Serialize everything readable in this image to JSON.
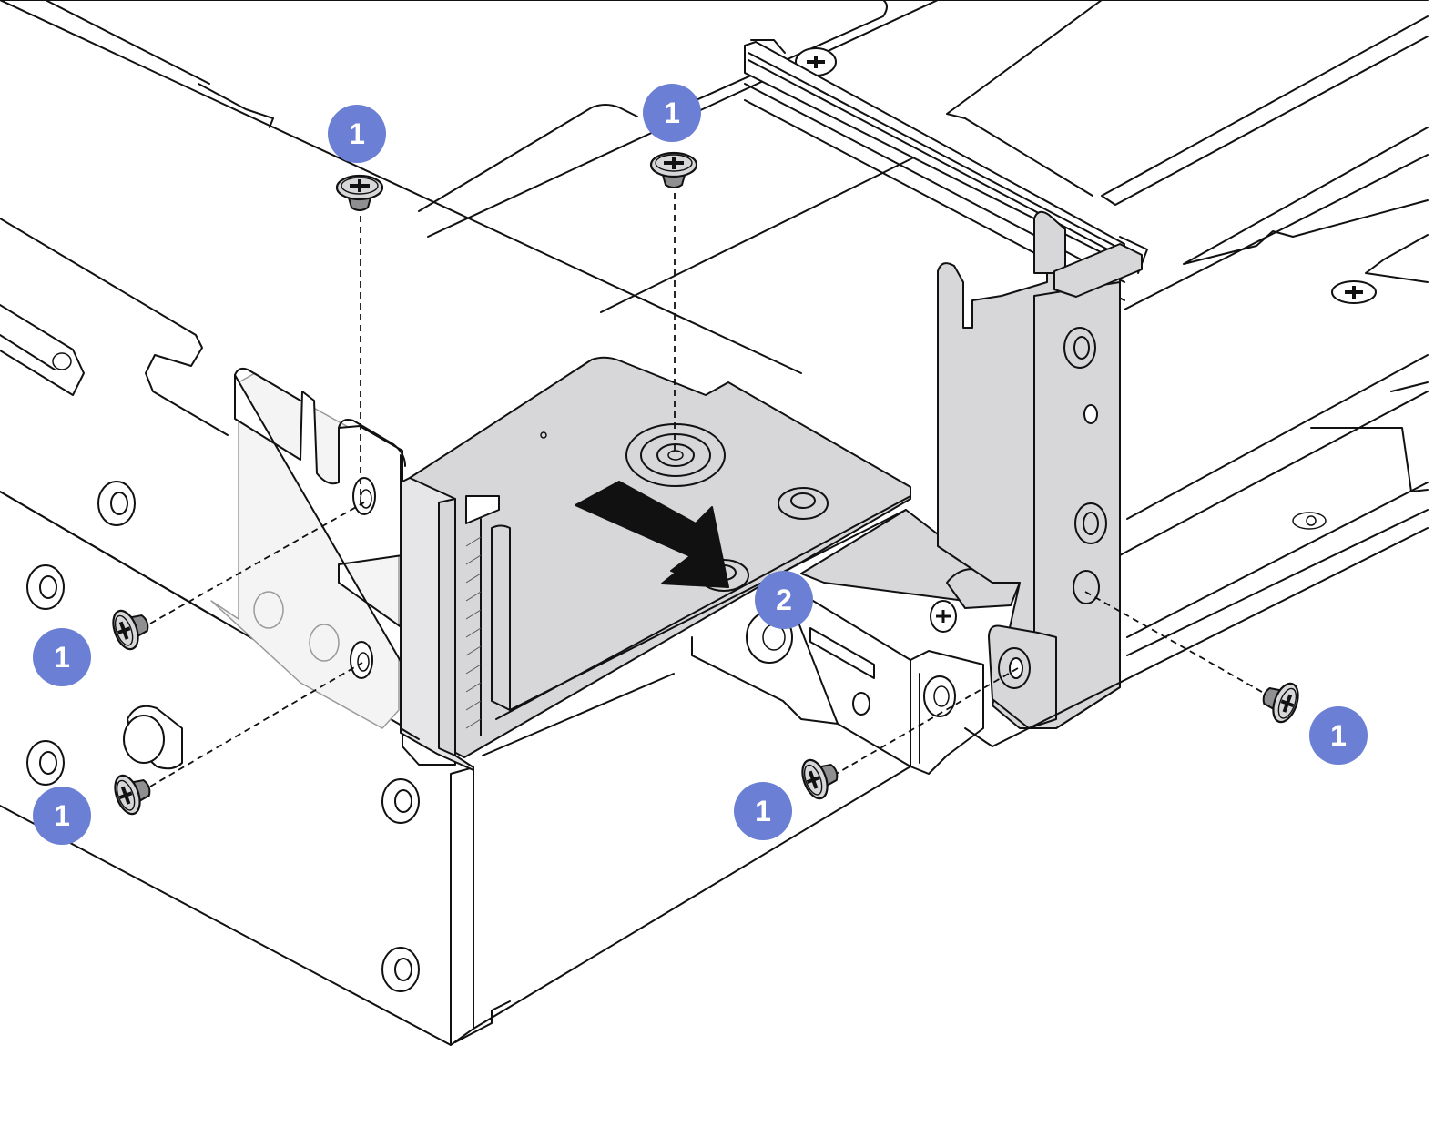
{
  "diagram": {
    "callouts": [
      {
        "id": "c1",
        "label": "1"
      },
      {
        "id": "c2",
        "label": "1"
      },
      {
        "id": "c3",
        "label": "1"
      },
      {
        "id": "c4",
        "label": "1"
      },
      {
        "id": "c5",
        "label": "1"
      },
      {
        "id": "c6",
        "label": "1"
      },
      {
        "id": "c7",
        "label": "2"
      }
    ],
    "colors": {
      "callout": "#6b7fd4",
      "part_fill": "#d7d7d9",
      "line": "#111111",
      "background": "#ffffff"
    },
    "icons": [
      "screw-icon",
      "direction-arrow-icon"
    ]
  }
}
